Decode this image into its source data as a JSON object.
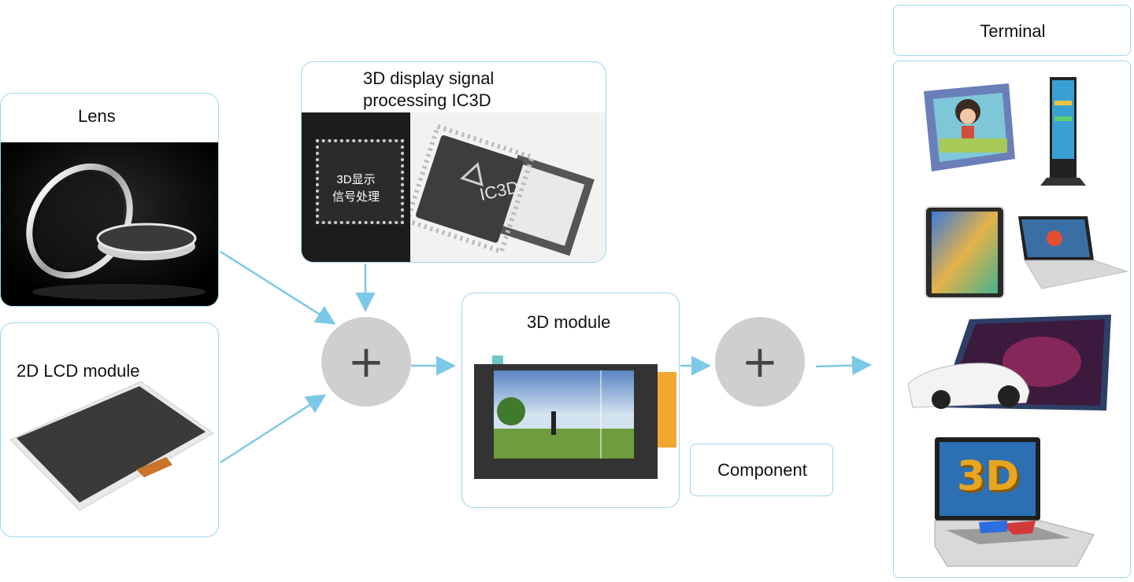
{
  "lens": {
    "title": "Lens"
  },
  "lcd": {
    "title": "2D LCD module"
  },
  "ic": {
    "title_line1": "3D display signal",
    "title_line2": "processing IC3D",
    "chip_text_line1": "3D显示",
    "chip_text_line2": "信号处理",
    "chip_brand": "IC3D"
  },
  "plus_symbol": "+",
  "module": {
    "title": "3D module"
  },
  "component": {
    "label": "Component"
  },
  "terminal": {
    "title": "Terminal",
    "overlay_3d": "3D"
  },
  "colors": {
    "border": "#9fd6ec",
    "arrow": "#7cc8e8",
    "plus_bg": "#cfcfcf"
  }
}
